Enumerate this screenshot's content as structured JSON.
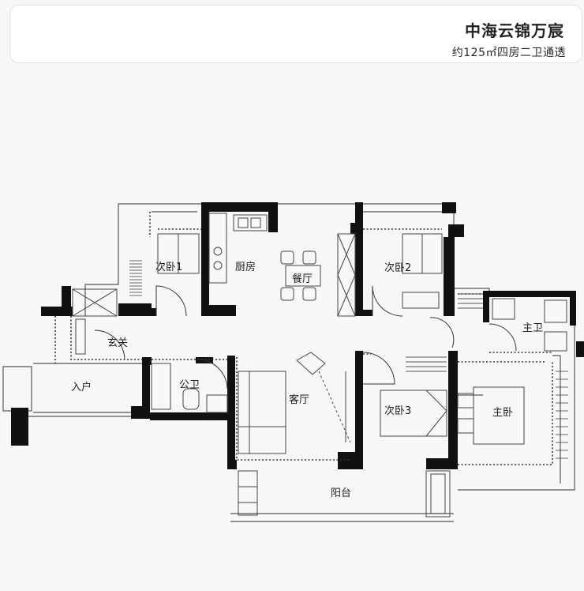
{
  "header": {
    "title": "中海云锦万宸",
    "subtitle": "约125㎡四房二卫通透"
  },
  "rooms": {
    "bedroom_2nd_1": "次卧1",
    "kitchen": "厨房",
    "dining": "餐厅",
    "bedroom_2nd_2": "次卧2",
    "foyer": "玄关",
    "entry": "入户",
    "public_bath": "公卫",
    "living": "客厅",
    "bedroom_2nd_3": "次卧3",
    "master_bedroom": "主卧",
    "master_bath": "主卫",
    "balcony": "阳台"
  },
  "colors": {
    "wall": "#111111",
    "thin_wall": "#555555",
    "dotted": "#444444",
    "background": "#f7f7f6"
  }
}
